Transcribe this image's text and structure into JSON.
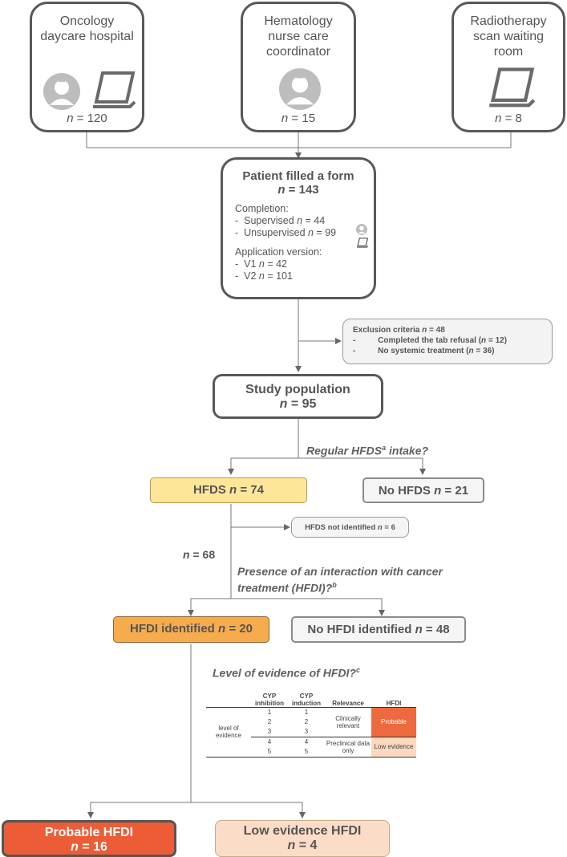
{
  "sources": [
    {
      "title": "Oncology daycare hospital",
      "n_label": "n",
      "n_value": "120",
      "icons": [
        "nurse-icon",
        "tablet-icon"
      ]
    },
    {
      "title": "Hematology nurse care coordinator",
      "n_label": "n",
      "n_value": "15",
      "icons": [
        "nurse-icon"
      ]
    },
    {
      "title": "Radiotherapy scan waiting room",
      "n_label": "n",
      "n_value": "8",
      "icons": [
        "tablet-icon"
      ]
    }
  ],
  "form": {
    "title": "Patient filled a form",
    "n_label": "n",
    "n_value": "143",
    "completion_heading": "Completion:",
    "completion_items": [
      {
        "label": "Supervised",
        "n_value": "44",
        "icon": "nurse-icon"
      },
      {
        "label": "Unsupervised",
        "n_value": "99",
        "icon": "tablet-icon"
      }
    ],
    "version_heading": "Application version:",
    "version_items": [
      {
        "label": "V1",
        "n_value": "42"
      },
      {
        "label": "V2",
        "n_value": "101"
      }
    ]
  },
  "exclusion": {
    "title": "Exclusion criteria",
    "n_value": "48",
    "items": [
      {
        "label": "Completed the tab refusal",
        "n_value": "12"
      },
      {
        "label": "No systemic treatment",
        "n_value": "36"
      }
    ]
  },
  "study": {
    "title": "Study population",
    "n_label": "n",
    "n_value": "95"
  },
  "question1": {
    "text": "Regular HFDS",
    "sup": "a",
    "suffix": " intake?"
  },
  "hfds": {
    "label": "HFDS",
    "n_value": "74",
    "color": "#fde59a"
  },
  "no_hfds": {
    "label": "No HFDS",
    "n_value": "21"
  },
  "hfds_not_identified": {
    "label": "HFDS not identified",
    "n_value": "6"
  },
  "n68": {
    "n_label": "n",
    "n_value": "68"
  },
  "question2": {
    "line1": "Presence of an interaction with cancer",
    "line2": "treatment (HFDI)?",
    "sup": "b"
  },
  "hfdi": {
    "label": "HFDI identified",
    "n_value": "20",
    "color": "#f6ac4d"
  },
  "no_hfdi": {
    "label": "No HFDI identified",
    "n_value": "48"
  },
  "question3": {
    "text": "Level of evidence of HFDI?",
    "sup": "c"
  },
  "evidence_table": {
    "headers": {
      "cyp_inhibition": "CYP inhibition",
      "cyp_induction": "CYP induction",
      "relevance": "Relevance",
      "hfdi": "HFDI"
    },
    "row_label": "level of evidence",
    "levels": [
      "1",
      "2",
      "3",
      "4",
      "5"
    ],
    "relevance_clinical": "Clinically relevant",
    "relevance_preclinical": "Preclinical data only",
    "hfdi_probable": "Probable",
    "hfdi_low": "Low evidence",
    "probable_color": "#ec6a3d",
    "low_color": "#fbd9c0"
  },
  "probable": {
    "label": "Probable HFDI",
    "n_label": "n",
    "n_value": "16",
    "color": "#ec5d37"
  },
  "low_evidence": {
    "label": "Low evidence HFDI",
    "n_label": "n",
    "n_value": "4",
    "color": "#fbdcc6"
  }
}
